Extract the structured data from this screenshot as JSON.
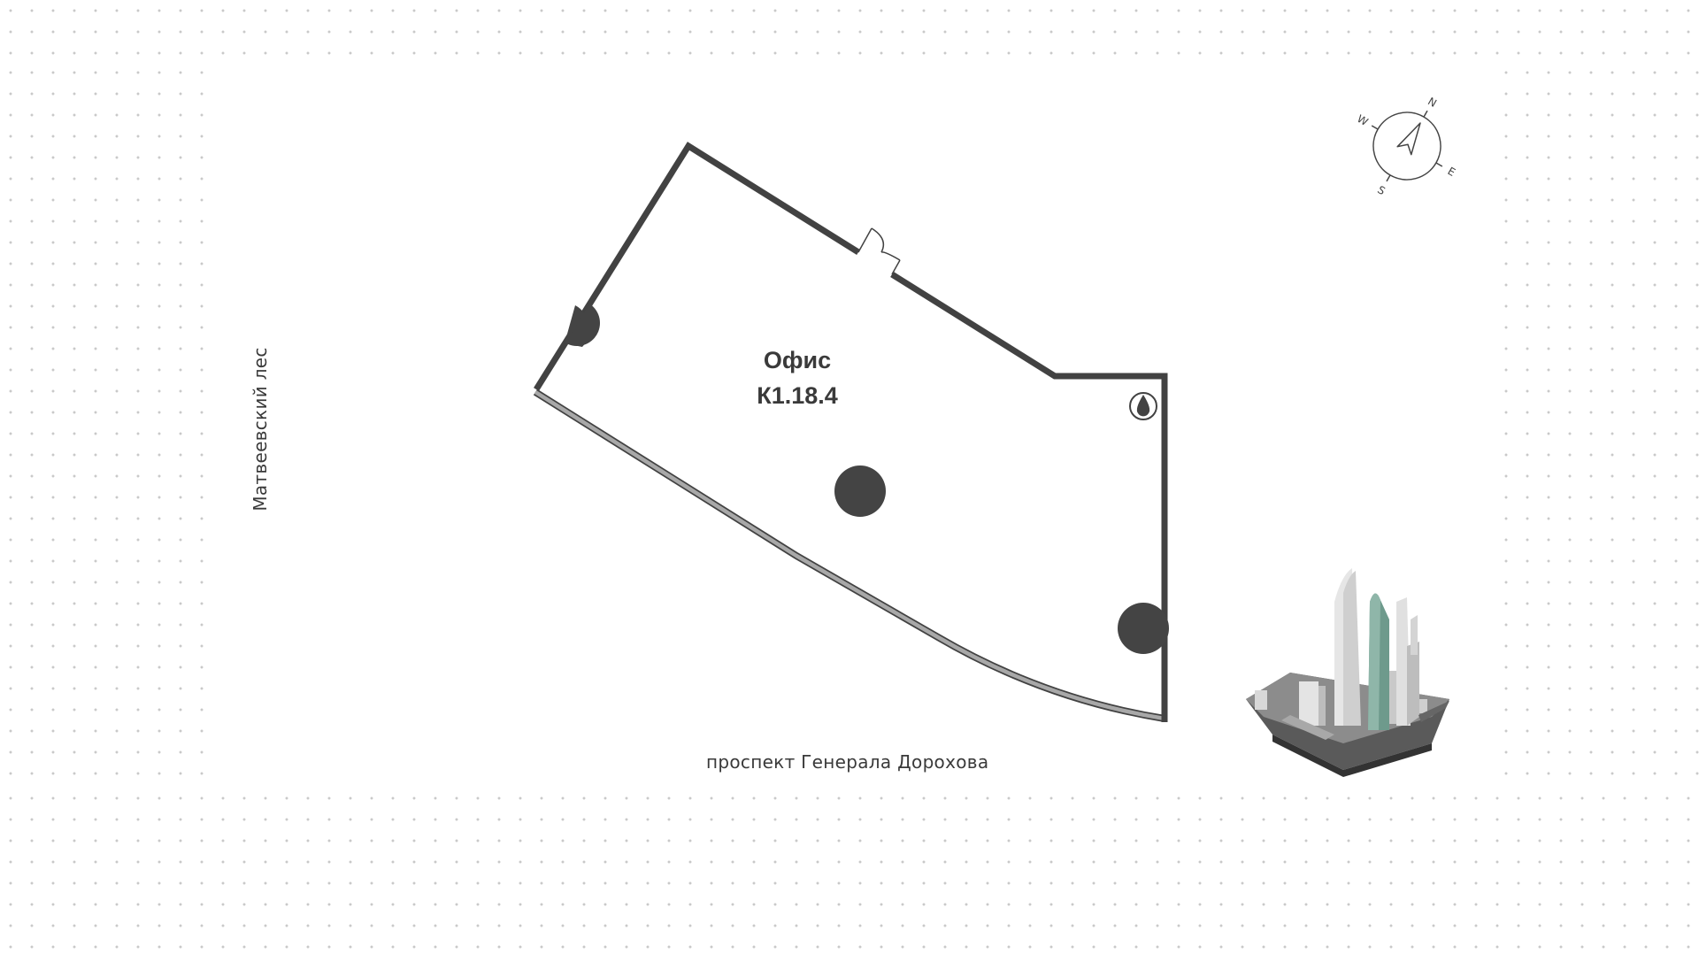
{
  "room": {
    "type": "Офис",
    "code": "К1.18.4"
  },
  "streets": {
    "bottom": "проспект Генерала Дорохова",
    "left": "Матвеевский лес"
  },
  "compass": {
    "n": "N",
    "e": "E",
    "s": "S",
    "w": "W",
    "arrow_icon": "north-arrow-icon"
  },
  "icons": {
    "riser": "water-drop-icon",
    "columns": "column-icon",
    "door": "door-icon",
    "building": "building-3d-icon"
  },
  "colors": {
    "wall": "#424242",
    "glass": "#a8a8a8",
    "highlight_tower": "#6e9a8c",
    "dots": "#c9c9c9"
  }
}
